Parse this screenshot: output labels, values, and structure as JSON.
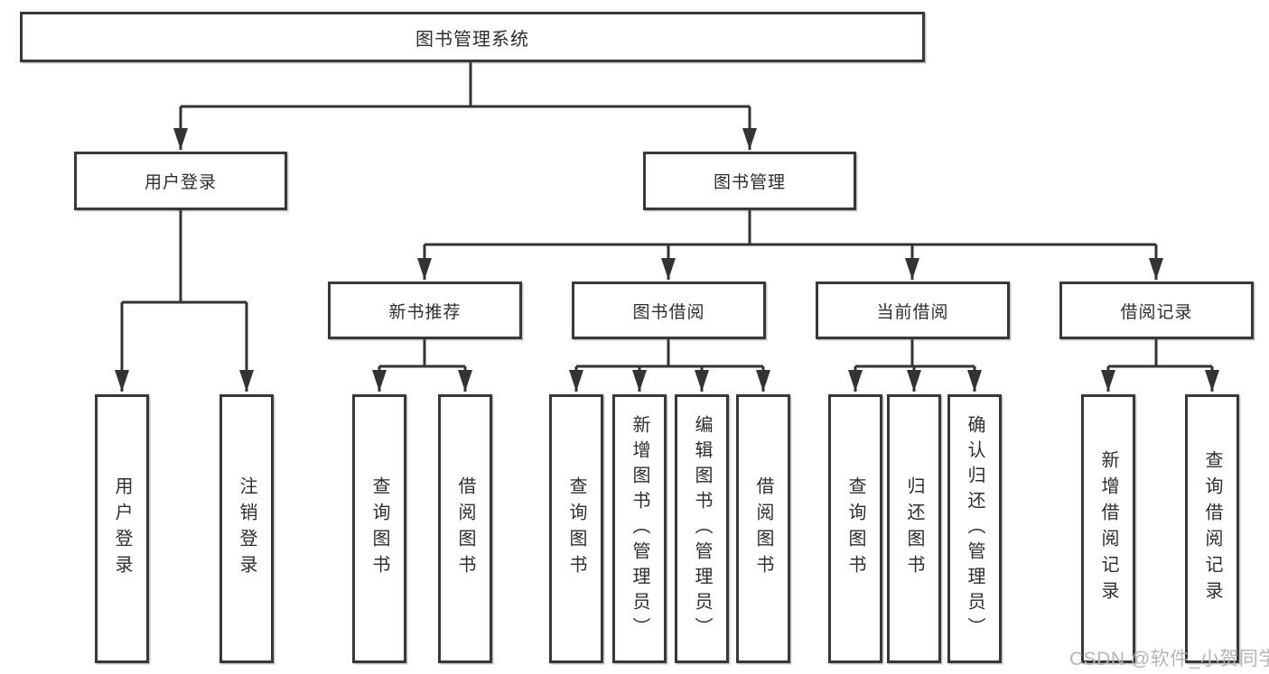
{
  "diagram": {
    "root": "图书管理系统",
    "branches": {
      "user_login": {
        "label": "用户登录",
        "children": [
          "用户登录",
          "注销登录"
        ]
      },
      "book_management": {
        "label": "图书管理",
        "children": [
          {
            "label": "新书推荐",
            "children": [
              "查询图书",
              "借阅图书"
            ]
          },
          {
            "label": "图书借阅",
            "children": [
              "查询图书",
              "新增图书（管理员）",
              "编辑图书（管理员）",
              "借阅图书"
            ]
          },
          {
            "label": "当前借阅",
            "children": [
              "查询图书",
              "归还图书",
              "确认归还（管理员）"
            ]
          },
          {
            "label": "借阅记录",
            "children": [
              "新增借阅记录",
              "查询借阅记录"
            ]
          }
        ]
      }
    }
  },
  "watermark": "CSDN @软件_小贺同学",
  "colors": {
    "line": "#333333",
    "box_border": "#383838",
    "text": "#2e2e2e",
    "watermark": "#b5b5b5",
    "background": "#ffffff"
  }
}
